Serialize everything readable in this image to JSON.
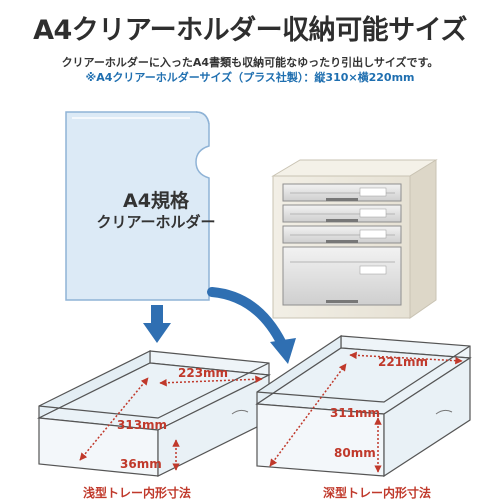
{
  "header": {
    "title": "A4クリアーホルダー収納可能サイズ",
    "line1": "クリアーホルダーに入ったA4書類も収納可能なゆったり引出しサイズです。",
    "line2": "※A4クリアーホルダーサイズ（プラス社製）：縦310×横220mm"
  },
  "folder": {
    "label1": "A4規格",
    "label2": "クリアーホルダー"
  },
  "shallow_tray": {
    "width_dim": "223mm",
    "depth_dim": "313mm",
    "height_dim": "36mm",
    "caption": "浅型トレー内形寸法"
  },
  "deep_tray": {
    "width_dim": "221mm",
    "depth_dim": "311mm",
    "height_dim": "80mm",
    "caption": "深型トレー内形寸法"
  },
  "colors": {
    "dimension_red": "#c0392b",
    "arrow_blue": "#2f6fb2",
    "folder_blue": "#dceaf6",
    "note_blue": "#1f6fb0"
  }
}
